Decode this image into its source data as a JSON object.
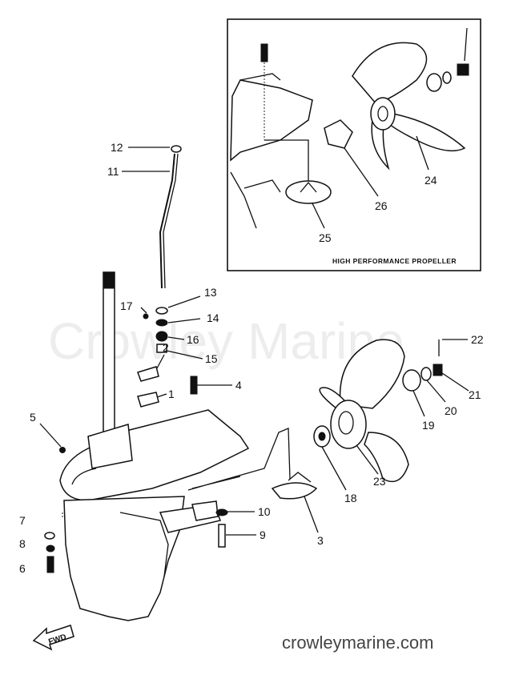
{
  "watermark": "Crowley Marine",
  "site_url": "crowleymarine.com",
  "inset_title": "HIGH PERFORMANCE PROPELLER",
  "fwd_label": "FWD",
  "parts": {
    "p1": "1",
    "p2": "2",
    "p3": "3",
    "p4": "4",
    "p5": "5",
    "p6": "6",
    "p7": "7",
    "p8": "8",
    "p9": "9",
    "p10": "10",
    "p11": "11",
    "p12": "12",
    "p13": "13",
    "p14": "14",
    "p15": "15",
    "p16": "16",
    "p17": "17",
    "p18": "18",
    "p19": "19",
    "p20": "20",
    "p21": "21",
    "p22": "22",
    "p23": "23",
    "p24": "24",
    "p25": "25",
    "p26": "26"
  }
}
